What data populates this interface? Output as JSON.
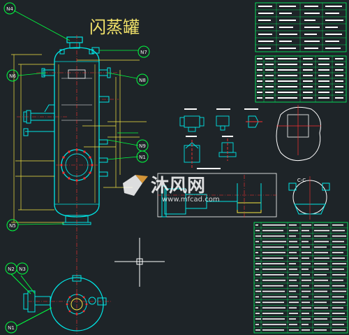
{
  "drawing": {
    "title": "闪蒸罐",
    "nozzle_tags": {
      "n4": "N4",
      "n7": "N7",
      "n6": "N6",
      "n8": "N8",
      "n9": "N9",
      "n5": "N5",
      "n2": "N2",
      "n3": "N3",
      "n1": "N1"
    },
    "view_label": "C-C"
  },
  "watermark": {
    "brand": "沐风网",
    "url": "www.mfcad.com"
  },
  "colors": {
    "background": "#1e2428",
    "vessel_lines": "#00e5e5",
    "dimension_lines": "#f5e642",
    "centerlines": "#ff3030",
    "leaders": "#00ff40",
    "tables": "#00ff66",
    "text": "#ffffff"
  }
}
